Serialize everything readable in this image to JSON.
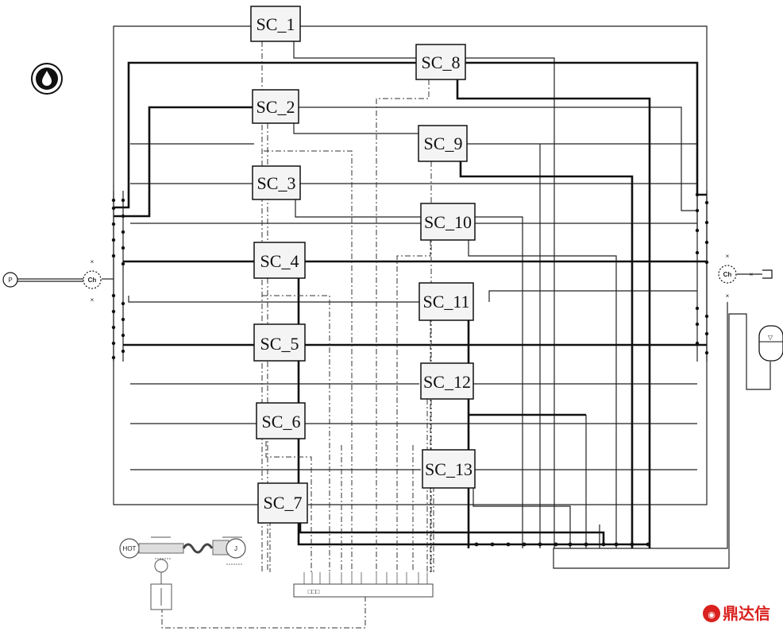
{
  "diagram": {
    "blocks": [
      {
        "id": "sc1",
        "label": "SC_1"
      },
      {
        "id": "sc2",
        "label": "SC_2"
      },
      {
        "id": "sc3",
        "label": "SC_3"
      },
      {
        "id": "sc4",
        "label": "SC_4"
      },
      {
        "id": "sc5",
        "label": "SC_5"
      },
      {
        "id": "sc6",
        "label": "SC_6"
      },
      {
        "id": "sc7",
        "label": "SC_7"
      },
      {
        "id": "sc8",
        "label": "SC_8"
      },
      {
        "id": "sc9",
        "label": "SC_9"
      },
      {
        "id": "sc10",
        "label": "SC_10"
      },
      {
        "id": "sc11",
        "label": "SC_11"
      },
      {
        "id": "sc12",
        "label": "SC_12"
      },
      {
        "id": "sc13",
        "label": "SC_13"
      }
    ],
    "left_manifold_label": "Ch",
    "right_manifold_label": "Ch",
    "pressure_source_label": "P",
    "motor_label": "HOT",
    "load_label": "J",
    "controller_label": "□□□",
    "tank_symbol": "▽",
    "hydraulic_icon": "oil-drop-icon",
    "watermark": "鼎达信",
    "colors": {
      "line": "#111111",
      "thin_line": "#222222",
      "dashed": "#333333",
      "block_fill": "#f4f4f4",
      "watermark": "#d9211d"
    }
  }
}
